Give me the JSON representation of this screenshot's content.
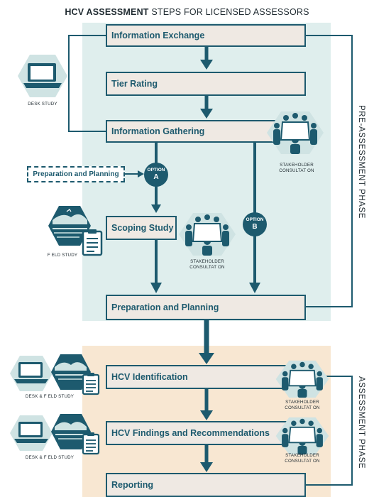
{
  "title": {
    "bold": "HCV ASSESSMENT",
    "rest": "STEPS FOR LICENSED ASSESSORS"
  },
  "phases": {
    "pre": "PRE-ASSESSMENT PHASE",
    "assessment": "ASSESSMENT PHASE"
  },
  "steps": {
    "information_exchange": "Information Exchange",
    "tier_rating": "Tier Rating",
    "information_gathering": "Information Gathering",
    "scoping_study": "Scoping Study",
    "preparation_and_planning": "Preparation and Planning",
    "hcv_identification": "HCV Identification",
    "hcv_findings": "HCV Findings and Recommendations",
    "reporting": "Reporting"
  },
  "side_step": "Preparation and Planning",
  "options": {
    "a": {
      "line1": "OPTION",
      "line2": "A"
    },
    "b": {
      "line1": "OPTION",
      "line2": "B"
    }
  },
  "captions": {
    "desk_study": "DESK STUDY",
    "field_study": "F ELD STUDY",
    "desk_field_1": "DESK & F ELD STUDY",
    "desk_field_2": "DESK & F ELD STUDY",
    "stakeholder_1_l1": "STAKEHOLDER",
    "stakeholder_1_l2": "CONSULTAT ON",
    "stakeholder_2_l1": "STAKEHOLDER",
    "stakeholder_2_l2": "CONSULTAT ON",
    "stakeholder_3_l1": "STAKEHOLDER",
    "stakeholder_3_l2": "CONSULTAT ON",
    "stakeholder_4_l1": "STAKEHOLDER",
    "stakeholder_4_l2": "CONSULTAT ON"
  },
  "icons": {
    "laptop": "laptop-icon",
    "landscape": "landscape-icon",
    "clipboard": "clipboard-icon",
    "meeting": "meeting-icon"
  },
  "colors": {
    "accent": "#1d5a6e",
    "pre_phase_bg": "#dfeeed",
    "assessment_phase_bg": "#f8e7d2",
    "box_fill": "#efe9e3"
  }
}
